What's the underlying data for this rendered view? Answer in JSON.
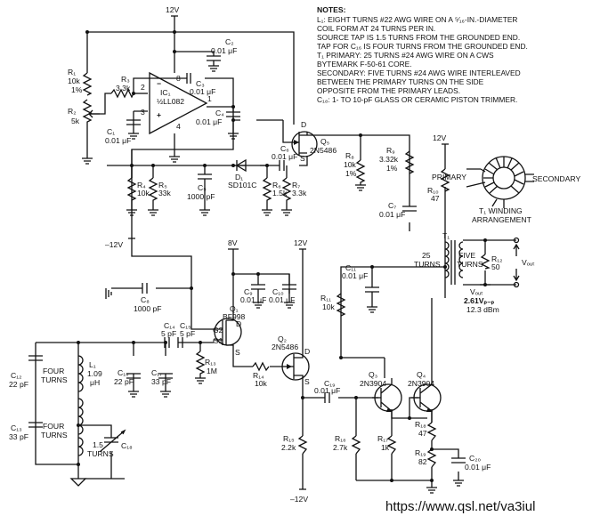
{
  "notes": {
    "heading": "NOTES:",
    "lines": [
      "L₁: EIGHT TURNS #22 AWG WIRE ON A ⁵⁄₁₆-IN.-DIAMETER",
      "COIL FORM AT 24 TURNS PER IN.",
      "SOURCE TAP IS 1.5 TURNS FROM THE GROUNDED END.",
      "TAP FOR C₁₆ IS FOUR TURNS FROM THE GROUNDED END.",
      "T₁ PRIMARY: 25 TURNS #24 AWG WIRE ON A CWS",
      "BYTEMARK F-50-61 CORE.",
      "SECONDARY: FIVE TURNS #24 AWG WIRE INTERLEAVED",
      "BETWEEN THE PRIMARY TURNS ON THE SIDE",
      "OPPOSITE FROM THE PRIMARY LEADS.",
      "C₁₈: 1- TO 10-pF GLASS OR CERAMIC PISTON TRIMMER."
    ]
  },
  "labels": {
    "v12_top": "12V",
    "v12_right": "12V",
    "v12_mid": "12V",
    "v8": "8V",
    "vneg12_left": "–12V",
    "vneg12_bottom": "–12V",
    "c2_name": "C₂",
    "c2_val": "0.01 μF",
    "r1_name": "R₁",
    "r1_val1": "10k",
    "r1_val2": "1%",
    "r2_name": "R₂",
    "r2_val": "5k",
    "r3_name": "R₃",
    "r3_val": "3.3k",
    "ic1_name": "IC₁",
    "ic1_part": "½LL082",
    "c3_name": "C₃",
    "c3_val": "0.01 μF",
    "c4_name": "C₄",
    "c4_val": "0.01 μF",
    "c1_name": "C₁",
    "c1_val": "0.01 μF",
    "pin2": "2",
    "pin3": "3",
    "pin4": "4",
    "pin1": "1",
    "pin8": "8",
    "q5_name": "Q₅",
    "q5_part": "2N5486",
    "c6_name": "C₆",
    "c6_val": "0.01 μF",
    "r4_name": "R₄",
    "r4_val": "10k",
    "r5_name": "R₅",
    "r5_val": "33k",
    "c5_name": "C₅",
    "c5_val": "1000 pF",
    "d1_name": "D₁",
    "d1_part": "SD101C",
    "r6_name": "R₆",
    "r6_val": "1.5k",
    "r7_name": "R₇",
    "r7_val": "3.3k",
    "r8_name": "R₈",
    "r8_val1": "10k",
    "r8_val2": "1%",
    "r9_name": "R₉",
    "r9_val1": "3.32k",
    "r9_val2": "1%",
    "r10_name": "R₁₀",
    "r10_val": "47",
    "c7_name": "C₇",
    "c7_val": "0.01 μF",
    "primary": "PRIMARY",
    "secondary": "SECONDARY",
    "winding1": "T₁ WINDING",
    "winding2": "ARRANGEMENT",
    "t1_name": "T₁",
    "t1_pri1": "25",
    "t1_pri2": "TURNS",
    "t1_sec1": "FIVE",
    "t1_sec2": "TURNS",
    "r12_name": "R₁₂",
    "r12_val": "50",
    "vout": "Vₒᵤₜ",
    "vout_label": "Vₒᵤₜ",
    "vout_val1": "2.61Vₚ₋ₚ",
    "vout_val2": "12.3 dBm",
    "c8_name": "C₈",
    "c8_val": "1000 pF",
    "c9_name": "C₉",
    "c9_val": "0.01 μF",
    "c10_name": "C₁₀",
    "c10_val": "0.01 μF",
    "c11_name": "C₁₁",
    "c11_val": "0.01 μF",
    "q1_name": "Q₁",
    "q1_part": "BF998",
    "g1": "G1",
    "g2": "G2",
    "d_q1": "D",
    "s_q1": "S",
    "c14_name": "C₁₄",
    "c14_val": "5 pF",
    "c15_name": "C₁₅",
    "c15_val": "5 pF",
    "q2_name": "Q₂",
    "q2_part": "2N5486",
    "d_q2": "D",
    "s_q2": "S",
    "d_q5": "D",
    "s_q5": "S",
    "r11_name": "R₁₁",
    "r11_val": "10k",
    "c12_name": "C₁₂",
    "c12_val": "22 pF",
    "four_turns_a1": "FOUR",
    "four_turns_a2": "TURNS",
    "l1_name": "L₁",
    "l1_val1": "1.09",
    "l1_val2": "μH",
    "c16_name": "C₁₆",
    "c16_val": "22 pF",
    "c17_name": "C₁₇",
    "c17_val": "33 pF",
    "r13_name": "R₁₃",
    "r13_val": "1M",
    "r14_name": "R₁₄",
    "r14_val": "10k",
    "c19_name": "C₁₉",
    "c19_val": "0.01 μF",
    "q3_name": "Q₃",
    "q3_part": "2N3904",
    "q4_name": "Q₄",
    "q4_part": "2N3904",
    "c13_name": "C₁₃",
    "c13_val": "33 pF",
    "four_turns_b1": "FOUR",
    "four_turns_b2": "TURNS",
    "turns15_1": "1.5",
    "turns15_2": "TURNS",
    "c18_name": "C₁₈",
    "r15_name": "R₁₅",
    "r15_val": "2.2k",
    "r16_name": "R₁₆",
    "r16_val": "2.7k",
    "r17_name": "R₁₇",
    "r17_val": "1k",
    "r18_name": "R₁₈",
    "r18_val": "47",
    "r19_name": "R₁₉",
    "r19_val": "82",
    "c20_name": "C₂₀",
    "c20_val": "0.01 μF"
  },
  "url": "https://www.qsl.net/va3iul"
}
